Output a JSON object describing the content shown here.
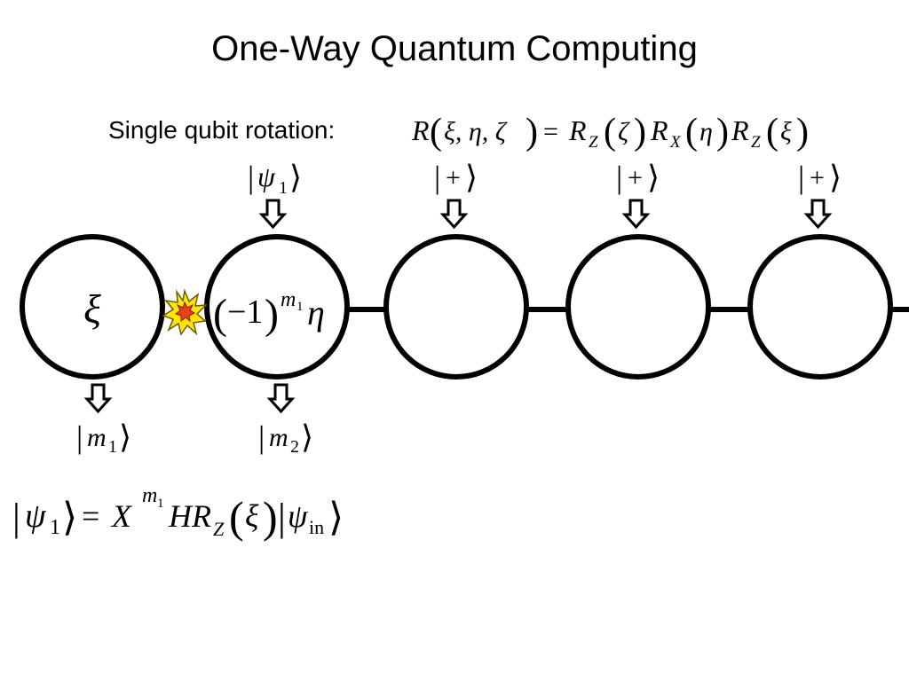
{
  "title": "One-Way Quantum Computing",
  "rotation": {
    "label": "Single qubit rotation:",
    "lhs_R": "R",
    "lhs_open": "(",
    "lhs_args": "ξ, η, ζ",
    "lhs_close": ")",
    "equals": "=",
    "r1": "R",
    "r1_sub": "Z",
    "r1_arg": "ζ",
    "r2": "R",
    "r2_sub": "X",
    "r2_arg": "η",
    "r3": "R",
    "r3_sub": "Z",
    "r3_arg": "ξ",
    "open": "(",
    "close": ")"
  },
  "inputs": [
    {
      "bar": "|",
      "symbol": "ψ",
      "sub": "1",
      "ket": "⟩"
    },
    {
      "bar": "|",
      "symbol": "+",
      "sub": "",
      "ket": "⟩"
    },
    {
      "bar": "|",
      "symbol": "+",
      "sub": "",
      "ket": "⟩"
    },
    {
      "bar": "|",
      "symbol": "+",
      "sub": "",
      "ket": "⟩"
    }
  ],
  "qubits": [
    {
      "angle": "ξ"
    },
    {
      "sign_open": "(",
      "sign": "−1",
      "sign_close": ")",
      "exponent": "m",
      "exponent_sub": "1",
      "angle": "η"
    },
    {
      "angle": ""
    },
    {
      "angle": ""
    },
    {
      "angle": ""
    }
  ],
  "outputs": [
    {
      "bar": "|",
      "symbol": "m",
      "sub": "1",
      "ket": "⟩"
    },
    {
      "bar": "|",
      "symbol": "m",
      "sub": "2",
      "ket": "⟩"
    }
  ],
  "result": {
    "bar": "|",
    "psi": "ψ",
    "psi_sub": "1",
    "ket": "⟩",
    "equals": "=",
    "X": "X",
    "exp": "m",
    "exp_sub": "1",
    "H": "H",
    "R": "R",
    "R_sub": "Z",
    "open": "(",
    "arg": "ξ",
    "close": ")",
    "bar2": "|",
    "psi2": "ψ",
    "psi2_sub": "in",
    "ket2": "⟩"
  },
  "colors": {
    "line": "#000000",
    "burst_fill": "#ffe600",
    "burst_inner": "#e8401c",
    "burst_stroke": "#6b5a00"
  },
  "icons": [
    "down-arrow-icon",
    "explosion-icon"
  ]
}
